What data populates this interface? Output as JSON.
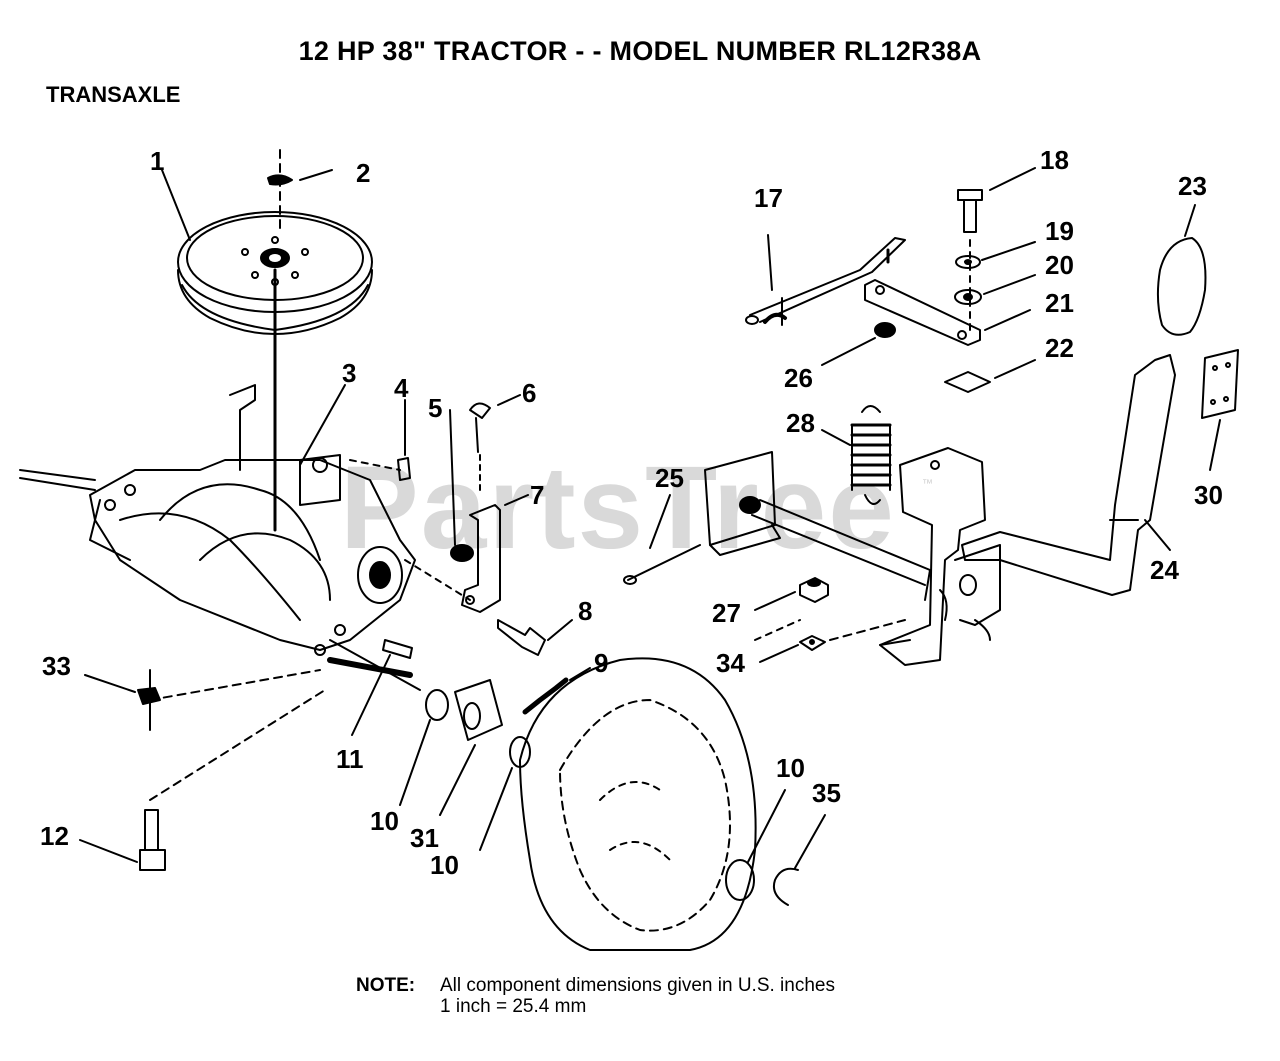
{
  "header": {
    "title": "12 HP 38\" TRACTOR - - MODEL NUMBER RL12R38A",
    "section": "TRANSAXLE"
  },
  "watermark": {
    "text": "PartsTree",
    "tm": "™"
  },
  "callouts": {
    "n1": "1",
    "n2": "2",
    "n3": "3",
    "n4": "4",
    "n5": "5",
    "n6": "6",
    "n7": "7",
    "n8": "8",
    "n9": "9",
    "n10a": "10",
    "n10b": "10",
    "n10c": "10",
    "n11": "11",
    "n12": "12",
    "n17": "17",
    "n18": "18",
    "n19": "19",
    "n20": "20",
    "n21": "21",
    "n22": "22",
    "n23": "23",
    "n24": "24",
    "n25": "25",
    "n26": "26",
    "n27": "27",
    "n28": "28",
    "n30": "30",
    "n31": "31",
    "n33": "33",
    "n34": "34",
    "n35": "35"
  },
  "note": {
    "label": "NOTE:",
    "line1": "All component dimensions given in U.S. inches",
    "line2": "1 inch = 25.4 mm"
  }
}
